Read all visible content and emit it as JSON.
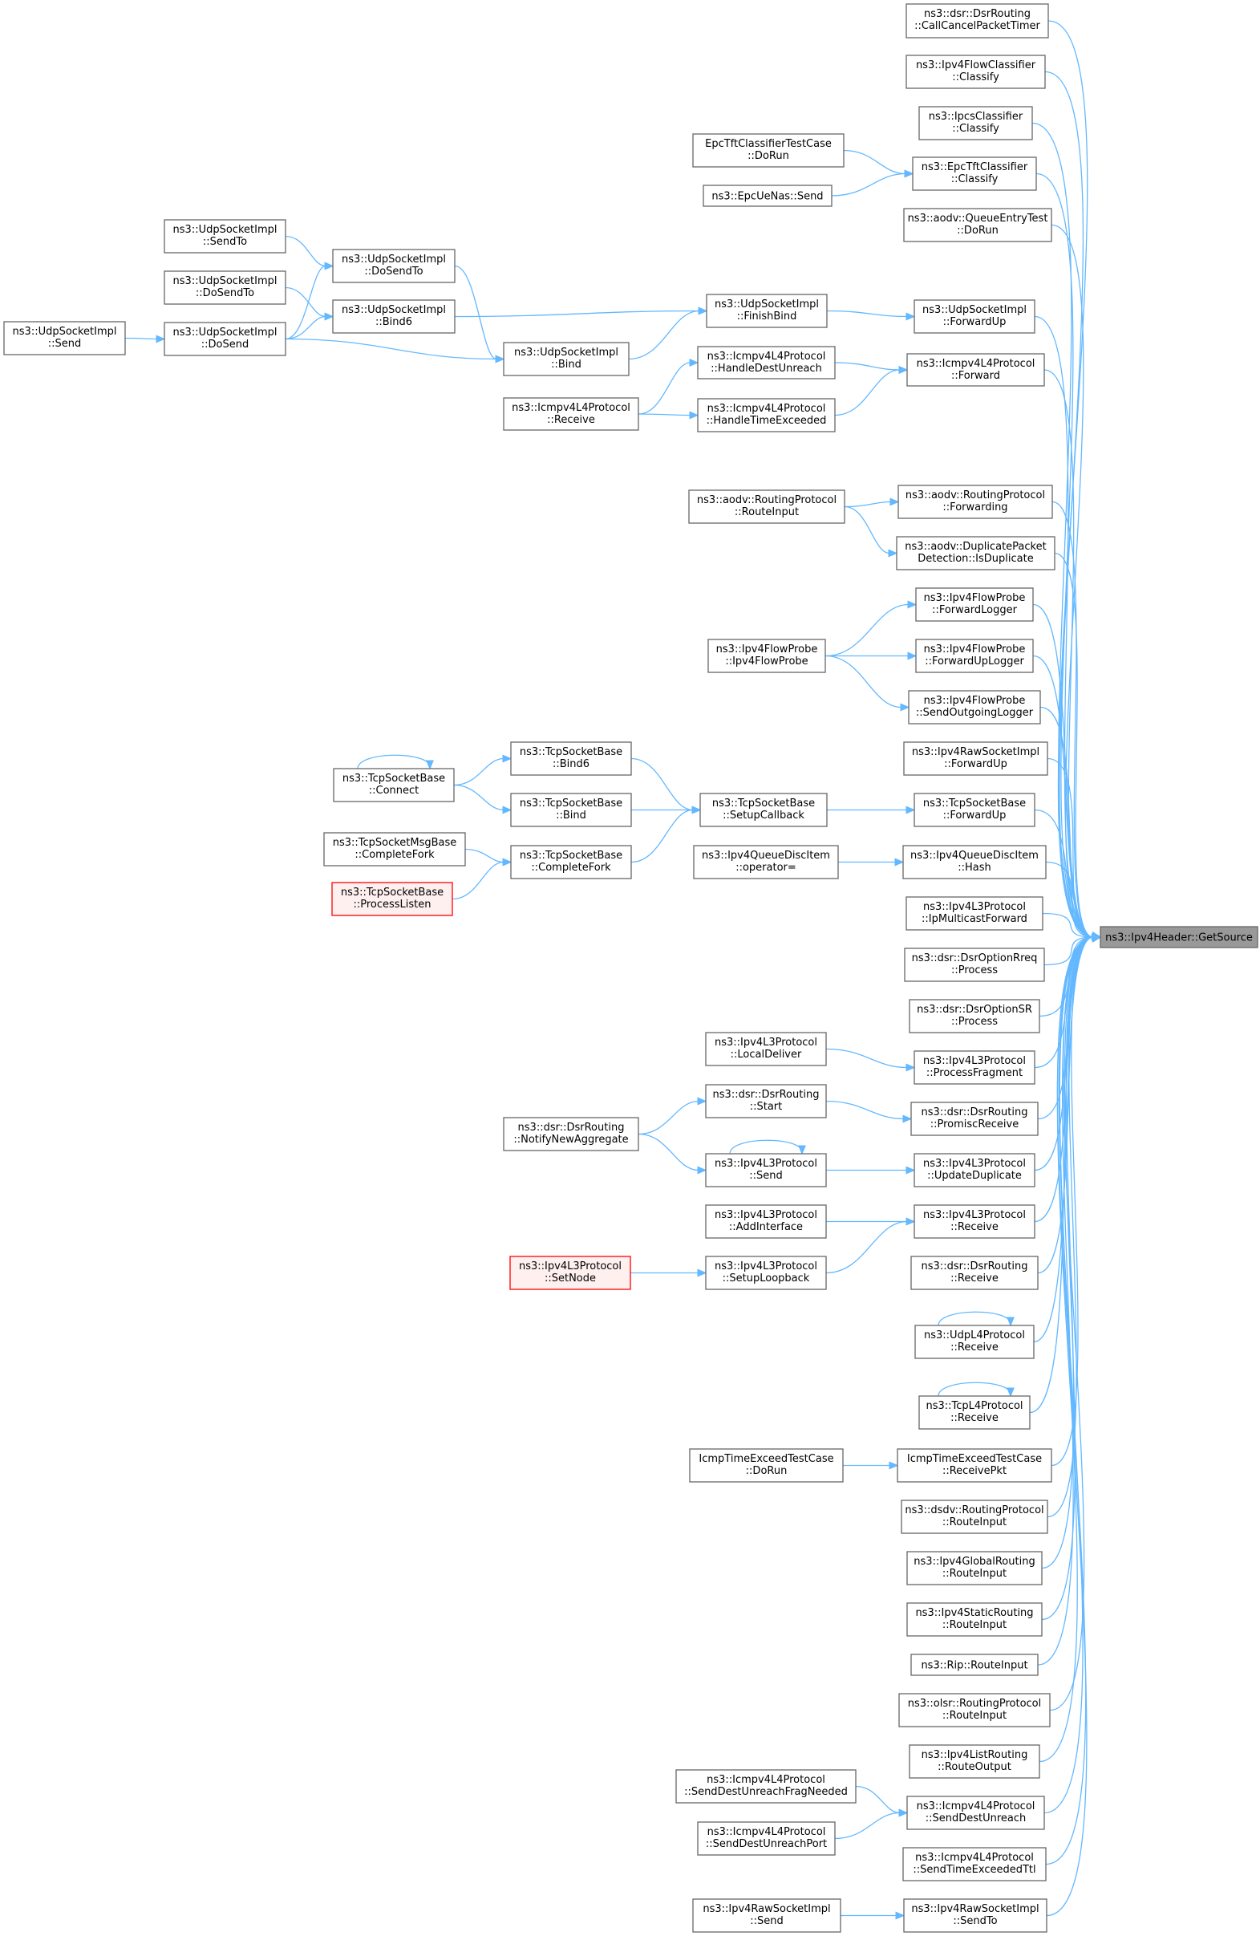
{
  "diagram": {
    "type": "call-graph",
    "edge_color": "#63b8ff",
    "root_fill": "#999999",
    "highlight_border": "#ff0000",
    "nodes": [
      {
        "id": "root",
        "lines": [
          "ns3::Ipv4Header::GetSource"
        ],
        "style": "root"
      },
      {
        "id": "n_dsr_cancel",
        "lines": [
          "ns3::dsr::DsrRouting",
          "::CallCancelPacketTimer"
        ]
      },
      {
        "id": "n_flowcls",
        "lines": [
          "ns3::Ipv4FlowClassifier",
          "::Classify"
        ]
      },
      {
        "id": "n_ipcs",
        "lines": [
          "ns3::IpcsClassifier",
          "::Classify"
        ]
      },
      {
        "id": "n_epc_cls",
        "lines": [
          "ns3::EpcTftClassifier",
          "::Classify"
        ]
      },
      {
        "id": "n_epc_test",
        "lines": [
          "EpcTftClassifierTestCase",
          "::DoRun"
        ]
      },
      {
        "id": "n_epcue",
        "lines": [
          "ns3::EpcUeNas::Send"
        ]
      },
      {
        "id": "n_aodv_qet",
        "lines": [
          "ns3::aodv::QueueEntryTest",
          "::DoRun"
        ]
      },
      {
        "id": "n_udp_sendto",
        "lines": [
          "ns3::UdpSocketImpl",
          "::SendTo"
        ]
      },
      {
        "id": "n_udp_dosendto",
        "lines": [
          "ns3::UdpSocketImpl",
          "::DoSendTo"
        ]
      },
      {
        "id": "n_udp_dosendto2",
        "lines": [
          "ns3::UdpSocketImpl",
          "::DoSendTo"
        ]
      },
      {
        "id": "n_udp_bind6",
        "lines": [
          "ns3::UdpSocketImpl",
          "::Bind6"
        ]
      },
      {
        "id": "n_udp_send",
        "lines": [
          "ns3::UdpSocketImpl",
          "::Send"
        ]
      },
      {
        "id": "n_udp_dosend",
        "lines": [
          "ns3::UdpSocketImpl",
          "::DoSend"
        ]
      },
      {
        "id": "n_udp_bind",
        "lines": [
          "ns3::UdpSocketImpl",
          "::Bind"
        ]
      },
      {
        "id": "n_udp_finishbind",
        "lines": [
          "ns3::UdpSocketImpl",
          "::FinishBind"
        ]
      },
      {
        "id": "n_udp_fwdup",
        "lines": [
          "ns3::UdpSocketImpl",
          "::ForwardUp"
        ]
      },
      {
        "id": "n_icmp_hdu",
        "lines": [
          "ns3::Icmpv4L4Protocol",
          "::HandleDestUnreach"
        ]
      },
      {
        "id": "n_icmp_fwd",
        "lines": [
          "ns3::Icmpv4L4Protocol",
          "::Forward"
        ]
      },
      {
        "id": "n_icmp_recv",
        "lines": [
          "ns3::Icmpv4L4Protocol",
          "::Receive"
        ]
      },
      {
        "id": "n_icmp_hte",
        "lines": [
          "ns3::Icmpv4L4Protocol",
          "::HandleTimeExceeded"
        ]
      },
      {
        "id": "n_aodv_ri",
        "lines": [
          "ns3::aodv::RoutingProtocol",
          "::RouteInput"
        ]
      },
      {
        "id": "n_aodv_fwd",
        "lines": [
          "ns3::aodv::RoutingProtocol",
          "::Forwarding"
        ]
      },
      {
        "id": "n_aodv_dup",
        "lines": [
          "ns3::aodv::DuplicatePacket",
          "Detection::IsDuplicate"
        ]
      },
      {
        "id": "n_fp_fwdlog",
        "lines": [
          "ns3::Ipv4FlowProbe",
          "::ForwardLogger"
        ]
      },
      {
        "id": "n_fp_ctor",
        "lines": [
          "ns3::Ipv4FlowProbe",
          "::Ipv4FlowProbe"
        ]
      },
      {
        "id": "n_fp_fwduplog",
        "lines": [
          "ns3::Ipv4FlowProbe",
          "::ForwardUpLogger"
        ]
      },
      {
        "id": "n_fp_sendlog",
        "lines": [
          "ns3::Ipv4FlowProbe",
          "::SendOutgoingLogger"
        ]
      },
      {
        "id": "n_tcp_bind6",
        "lines": [
          "ns3::TcpSocketBase",
          "::Bind6"
        ]
      },
      {
        "id": "n_tcp_connect",
        "lines": [
          "ns3::TcpSocketBase",
          "::Connect"
        ]
      },
      {
        "id": "n_rawsock_fwdup",
        "lines": [
          "ns3::Ipv4RawSocketImpl",
          "::ForwardUp"
        ]
      },
      {
        "id": "n_tcp_bind",
        "lines": [
          "ns3::TcpSocketBase",
          "::Bind"
        ]
      },
      {
        "id": "n_tcp_setupcb",
        "lines": [
          "ns3::TcpSocketBase",
          "::SetupCallback"
        ]
      },
      {
        "id": "n_tcp_fwdup",
        "lines": [
          "ns3::TcpSocketBase",
          "::ForwardUp"
        ]
      },
      {
        "id": "n_tcpmsg_cf",
        "lines": [
          "ns3::TcpSocketMsgBase",
          "::CompleteFork"
        ]
      },
      {
        "id": "n_tcp_cf",
        "lines": [
          "ns3::TcpSocketBase",
          "::CompleteFork"
        ]
      },
      {
        "id": "n_qdisc_op",
        "lines": [
          "ns3::Ipv4QueueDiscItem",
          "::operator="
        ]
      },
      {
        "id": "n_qdisc_hash",
        "lines": [
          "ns3::Ipv4QueueDiscItem",
          "::Hash"
        ]
      },
      {
        "id": "n_tcp_pl",
        "lines": [
          "ns3::TcpSocketBase",
          "::ProcessListen"
        ],
        "style": "red"
      },
      {
        "id": "n_l3_mcast",
        "lines": [
          "ns3::Ipv4L3Protocol",
          "::IpMulticastForward"
        ]
      },
      {
        "id": "n_dsr_rreq",
        "lines": [
          "ns3::dsr::DsrOptionRreq",
          "::Process"
        ]
      },
      {
        "id": "n_dsr_sr",
        "lines": [
          "ns3::dsr::DsrOptionSR",
          "::Process"
        ]
      },
      {
        "id": "n_l3_localdeliver",
        "lines": [
          "ns3::Ipv4L3Protocol",
          "::LocalDeliver"
        ]
      },
      {
        "id": "n_l3_procfrag",
        "lines": [
          "ns3::Ipv4L3Protocol",
          "::ProcessFragment"
        ]
      },
      {
        "id": "n_dsr_start",
        "lines": [
          "ns3::dsr::DsrRouting",
          "::Start"
        ]
      },
      {
        "id": "n_dsr_promisc",
        "lines": [
          "ns3::dsr::DsrRouting",
          "::PromiscReceive"
        ]
      },
      {
        "id": "n_dsr_nna",
        "lines": [
          "ns3::dsr::DsrRouting",
          "::NotifyNewAggregate"
        ]
      },
      {
        "id": "n_l3_send",
        "lines": [
          "ns3::Ipv4L3Protocol",
          "::Send"
        ]
      },
      {
        "id": "n_l3_updup",
        "lines": [
          "ns3::Ipv4L3Protocol",
          "::UpdateDuplicate"
        ]
      },
      {
        "id": "n_l3_addif",
        "lines": [
          "ns3::Ipv4L3Protocol",
          "::AddInterface"
        ]
      },
      {
        "id": "n_l3_recv",
        "lines": [
          "ns3::Ipv4L3Protocol",
          "::Receive"
        ]
      },
      {
        "id": "n_l3_setnode",
        "lines": [
          "ns3::Ipv4L3Protocol",
          "::SetNode"
        ],
        "style": "red"
      },
      {
        "id": "n_l3_setuplb",
        "lines": [
          "ns3::Ipv4L3Protocol",
          "::SetupLoopback"
        ]
      },
      {
        "id": "n_dsr_recv",
        "lines": [
          "ns3::dsr::DsrRouting",
          "::Receive"
        ]
      },
      {
        "id": "n_udpl4_recv",
        "lines": [
          "ns3::UdpL4Protocol",
          "::Receive"
        ]
      },
      {
        "id": "n_tcpl4_recv",
        "lines": [
          "ns3::TcpL4Protocol",
          "::Receive"
        ]
      },
      {
        "id": "n_icmp_te_dorun",
        "lines": [
          "IcmpTimeExceedTestCase",
          "::DoRun"
        ]
      },
      {
        "id": "n_icmp_te_rp",
        "lines": [
          "IcmpTimeExceedTestCase",
          "::ReceivePkt"
        ]
      },
      {
        "id": "n_dsdv_ri",
        "lines": [
          "ns3::dsdv::RoutingProtocol",
          "::RouteInput"
        ]
      },
      {
        "id": "n_global_ri",
        "lines": [
          "ns3::Ipv4GlobalRouting",
          "::RouteInput"
        ]
      },
      {
        "id": "n_static_ri",
        "lines": [
          "ns3::Ipv4StaticRouting",
          "::RouteInput"
        ]
      },
      {
        "id": "n_rip_ri",
        "lines": [
          "ns3::Rip::RouteInput"
        ]
      },
      {
        "id": "n_olsr_ri",
        "lines": [
          "ns3::olsr::RoutingProtocol",
          "::RouteInput"
        ]
      },
      {
        "id": "n_list_ro",
        "lines": [
          "ns3::Ipv4ListRouting",
          "::RouteOutput"
        ]
      },
      {
        "id": "n_icmp_sdufn",
        "lines": [
          "ns3::Icmpv4L4Protocol",
          "::SendDestUnreachFragNeeded"
        ]
      },
      {
        "id": "n_icmp_sdu",
        "lines": [
          "ns3::Icmpv4L4Protocol",
          "::SendDestUnreach"
        ]
      },
      {
        "id": "n_icmp_sdup",
        "lines": [
          "ns3::Icmpv4L4Protocol",
          "::SendDestUnreachPort"
        ]
      },
      {
        "id": "n_icmp_stet",
        "lines": [
          "ns3::Icmpv4L4Protocol",
          "::SendTimeExceededTtl"
        ]
      },
      {
        "id": "n_raw_send",
        "lines": [
          "ns3::Ipv4RawSocketImpl",
          "::Send"
        ]
      },
      {
        "id": "n_raw_sendto",
        "lines": [
          "ns3::Ipv4RawSocketImpl",
          "::SendTo"
        ]
      }
    ],
    "edges": [
      [
        "n_epc_test",
        "n_epc_cls"
      ],
      [
        "n_epcue",
        "n_epc_cls"
      ],
      [
        "n_udp_sendto",
        "n_udp_dosendto"
      ],
      [
        "n_udp_dosendto2",
        "n_udp_bind6"
      ],
      [
        "n_udp_send",
        "n_udp_dosend"
      ],
      [
        "n_udp_dosend",
        "n_udp_dosendto"
      ],
      [
        "n_udp_dosend",
        "n_udp_bind6"
      ],
      [
        "n_udp_dosend",
        "n_udp_bind"
      ],
      [
        "n_udp_dosendto",
        "n_udp_bind"
      ],
      [
        "n_udp_bind6",
        "n_udp_finishbind"
      ],
      [
        "n_udp_bind",
        "n_udp_finishbind"
      ],
      [
        "n_udp_finishbind",
        "n_udp_fwdup"
      ],
      [
        "n_icmp_recv",
        "n_icmp_hdu"
      ],
      [
        "n_icmp_recv",
        "n_icmp_hte"
      ],
      [
        "n_icmp_hdu",
        "n_icmp_fwd"
      ],
      [
        "n_icmp_hte",
        "n_icmp_fwd"
      ],
      [
        "n_aodv_ri",
        "n_aodv_fwd"
      ],
      [
        "n_aodv_ri",
        "n_aodv_dup"
      ],
      [
        "n_fp_ctor",
        "n_fp_fwdlog"
      ],
      [
        "n_fp_ctor",
        "n_fp_fwduplog"
      ],
      [
        "n_fp_ctor",
        "n_fp_sendlog"
      ],
      [
        "n_tcp_connect",
        "n_tcp_connect"
      ],
      [
        "n_tcp_connect",
        "n_tcp_bind6"
      ],
      [
        "n_tcp_connect",
        "n_tcp_bind"
      ],
      [
        "n_tcp_bind6",
        "n_tcp_setupcb"
      ],
      [
        "n_tcp_bind",
        "n_tcp_setupcb"
      ],
      [
        "n_tcp_cf",
        "n_tcp_setupcb"
      ],
      [
        "n_tcpmsg_cf",
        "n_tcp_cf"
      ],
      [
        "n_tcp_pl",
        "n_tcp_cf"
      ],
      [
        "n_tcp_setupcb",
        "n_tcp_fwdup"
      ],
      [
        "n_qdisc_op",
        "n_qdisc_hash"
      ],
      [
        "n_l3_localdeliver",
        "n_l3_procfrag"
      ],
      [
        "n_dsr_nna",
        "n_dsr_start"
      ],
      [
        "n_dsr_nna",
        "n_l3_send"
      ],
      [
        "n_dsr_start",
        "n_dsr_promisc"
      ],
      [
        "n_l3_send",
        "n_l3_send"
      ],
      [
        "n_l3_send",
        "n_l3_updup"
      ],
      [
        "n_l3_addif",
        "n_l3_recv"
      ],
      [
        "n_l3_setnode",
        "n_l3_setuplb"
      ],
      [
        "n_l3_setuplb",
        "n_l3_recv"
      ],
      [
        "n_udpl4_recv",
        "n_udpl4_recv"
      ],
      [
        "n_tcpl4_recv",
        "n_tcpl4_recv"
      ],
      [
        "n_icmp_te_dorun",
        "n_icmp_te_rp"
      ],
      [
        "n_icmp_sdufn",
        "n_icmp_sdu"
      ],
      [
        "n_icmp_sdup",
        "n_icmp_sdu"
      ],
      [
        "n_raw_send",
        "n_raw_sendto"
      ]
    ]
  }
}
